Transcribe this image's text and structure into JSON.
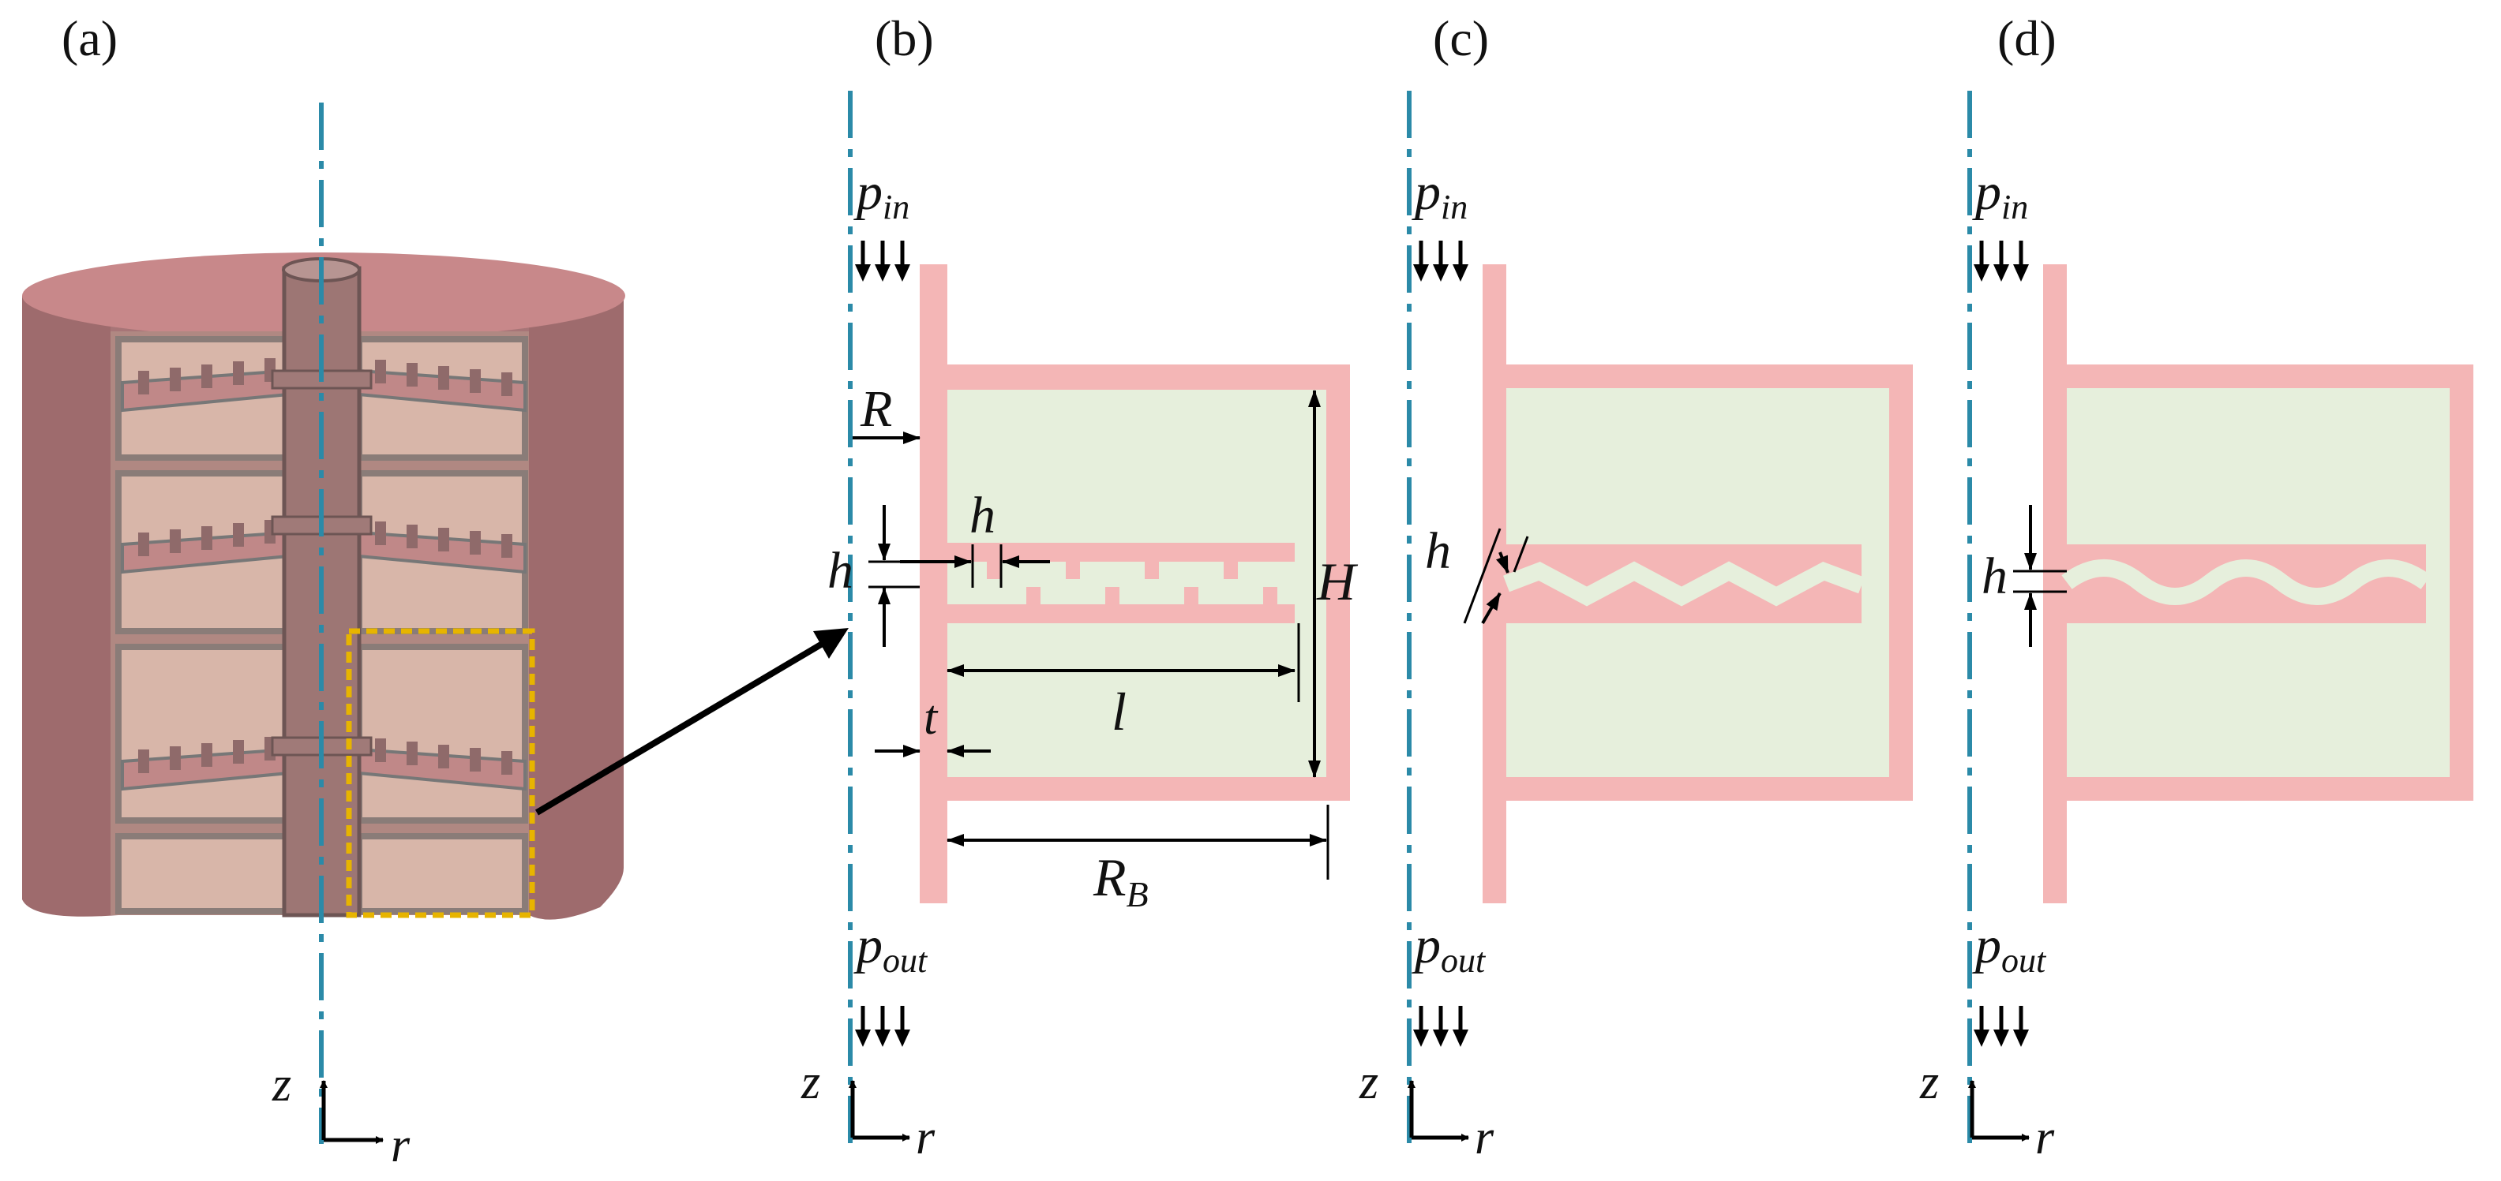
{
  "colors": {
    "wall": "#f4b6b6",
    "fluid": "#e6efdc",
    "axis": "#2b8aa8",
    "dimension": "#000000",
    "highlight": "#e7b400",
    "shell_side": "#9e6b6d",
    "shell_top": "#c8888a",
    "interior": "#c7a59d"
  },
  "panel_labels": {
    "a": "(a)",
    "b": "(b)",
    "c": "(c)",
    "d": "(d)"
  },
  "symbols": {
    "p": "p",
    "in": "in",
    "out": "out",
    "R": "R",
    "h": "h",
    "H": "H",
    "l": "l",
    "t": "t",
    "RB": "R",
    "B": "B",
    "z": "z",
    "r": "r"
  },
  "icons": {
    "pressure_arrows": "triple-down-arrow-icon",
    "axes": "z-r-axes-icon",
    "callout": "callout-arrow-icon"
  }
}
